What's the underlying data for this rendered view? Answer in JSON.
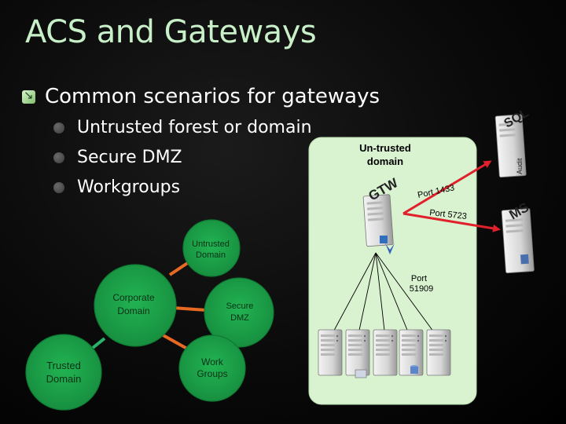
{
  "slide": {
    "title": "ACS and Gateways",
    "main_bullet": "Common scenarios for gateways",
    "sub_bullets": [
      "Untrusted forest or domain",
      "Secure DMZ",
      "Workgroups"
    ]
  },
  "diagram": {
    "untrusted_box_label_line1": "Un-trusted",
    "untrusted_box_label_line2": "domain",
    "gtw_label": "GTW",
    "sql_label": "SQL",
    "audit_label": "Audit",
    "ms_label": "MS",
    "port_1433": "Port 1433",
    "port_5723": "Port 5723",
    "port_51909_line1": "Port",
    "port_51909_line2": "51909",
    "circles": {
      "untrusted_line1": "Untrusted",
      "untrusted_line2": "Domain",
      "corporate_line1": "Corporate",
      "corporate_line2": "Domain",
      "secure_line1": "Secure",
      "secure_line2": "DMZ",
      "work_line1": "Work",
      "work_line2": "Groups",
      "trusted_line1": "Trusted",
      "trusted_line2": "Domain"
    }
  },
  "colors": {
    "title": "#c8f0c8",
    "circle_green": "#1fa84a",
    "circle_border": "#0f7a33",
    "orange_link": "#e86a22",
    "red_arrow": "#e0202a",
    "domain_box": "#d9f2d0"
  }
}
